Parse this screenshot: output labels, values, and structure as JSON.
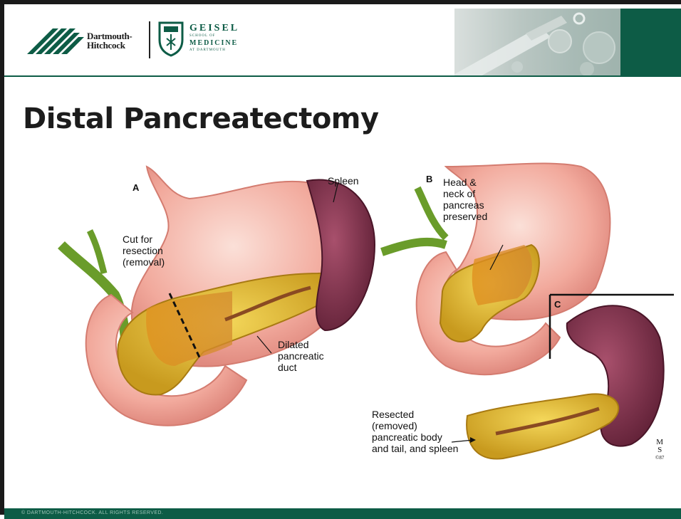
{
  "header": {
    "dh_logo": {
      "line1": "Dartmouth-",
      "line2": "Hitchcock"
    },
    "gs_logo": {
      "line1": "GEISEL",
      "line2": "SCHOOL OF",
      "line3": "MEDICINE",
      "line4": "AT DARTMOUTH"
    }
  },
  "slide": {
    "title": "Distal Pancreatectomy"
  },
  "illustration": {
    "panel_labels": [
      "A",
      "B",
      "C"
    ],
    "labels": {
      "spleen": "Spleen",
      "cut": [
        "Cut for",
        "resection",
        "(removal)"
      ],
      "duct": [
        "Dilated",
        "pancreatic",
        "duct"
      ],
      "head": [
        "Head &",
        "neck of",
        "pancreas",
        "preserved"
      ],
      "resected": [
        "Resected",
        "(removed)",
        "pancreatic body",
        "and tail, and spleen"
      ],
      "signature": [
        "M",
        "S",
        "©87"
      ]
    }
  },
  "footer": {
    "copyright": "© DARTMOUTH-HITCHCOCK. ALL RIGHTS RESERVED."
  },
  "colors": {
    "brand_green": "#0d5c46",
    "stomach": "#f4b8ab",
    "pancreas": "#e0b82a",
    "spleen": "#7a2a44"
  }
}
